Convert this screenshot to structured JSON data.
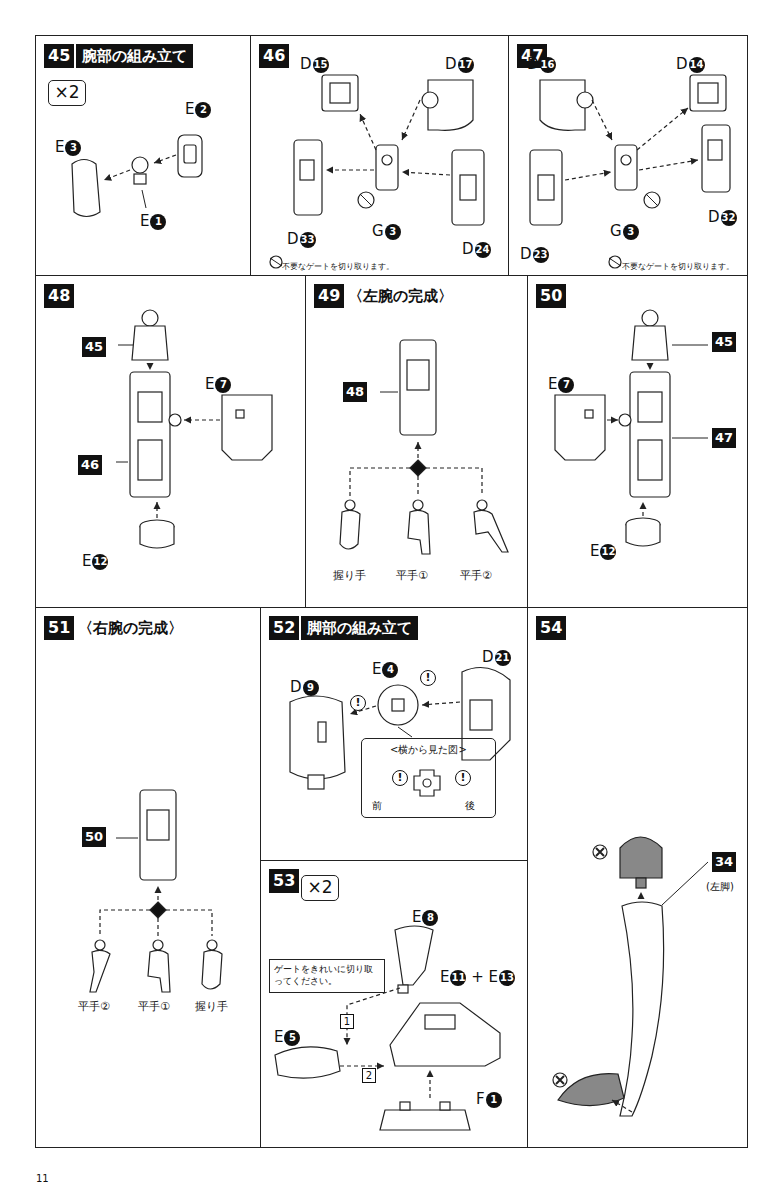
{
  "diagram": {
    "nodes": [
      {
        "text": [
          "45",
          "腕部の組み立て"
        ]
      },
      {
        "text": [
          "×2"
        ],
        "in": 0
      },
      {
        "text": [
          "46"
        ]
      },
      {
        "text": [
          "47"
        ]
      },
      {
        "text": [
          "48"
        ]
      },
      {
        "text": [
          "49",
          "〈左腕の完成〉"
        ]
      },
      {
        "text": [
          "50"
        ]
      },
      {
        "text": [
          "51",
          "〈右腕の完成〉"
        ]
      },
      {
        "text": [
          "52",
          "脚部の組み立て"
        ]
      },
      {
        "text": [
          "<横から見た図>",
          "前",
          "後"
        ],
        "in": 8
      },
      {
        "text": [
          "53"
        ]
      },
      {
        "text": [
          "×2"
        ],
        "in": 10
      },
      {
        "text": [
          "ゲートをきれいに切り取ってください。"
        ],
        "in": 10
      },
      {
        "text": [
          "54"
        ]
      }
    ],
    "labels": [
      "E2",
      "E3",
      "E1",
      "D15",
      "D17",
      "D33",
      "G3",
      "D24",
      "不要なゲートを切り取ります。",
      "D16",
      "D14",
      "G3",
      "D32",
      "D23",
      "不要なゲートを切り取ります。",
      "45",
      "E7",
      "46",
      "E12",
      "48",
      "握り手",
      "平手①",
      "平手②",
      "45",
      "E7",
      "47",
      "E12",
      "50",
      "平手②",
      "平手①",
      "握り手",
      "D21",
      "E4",
      "D9",
      "!",
      "!",
      "!",
      "!",
      "E8",
      "E11 + E13",
      "1",
      "E5",
      "2",
      "F1",
      "34",
      "(左脚)",
      "11"
    ]
  }
}
